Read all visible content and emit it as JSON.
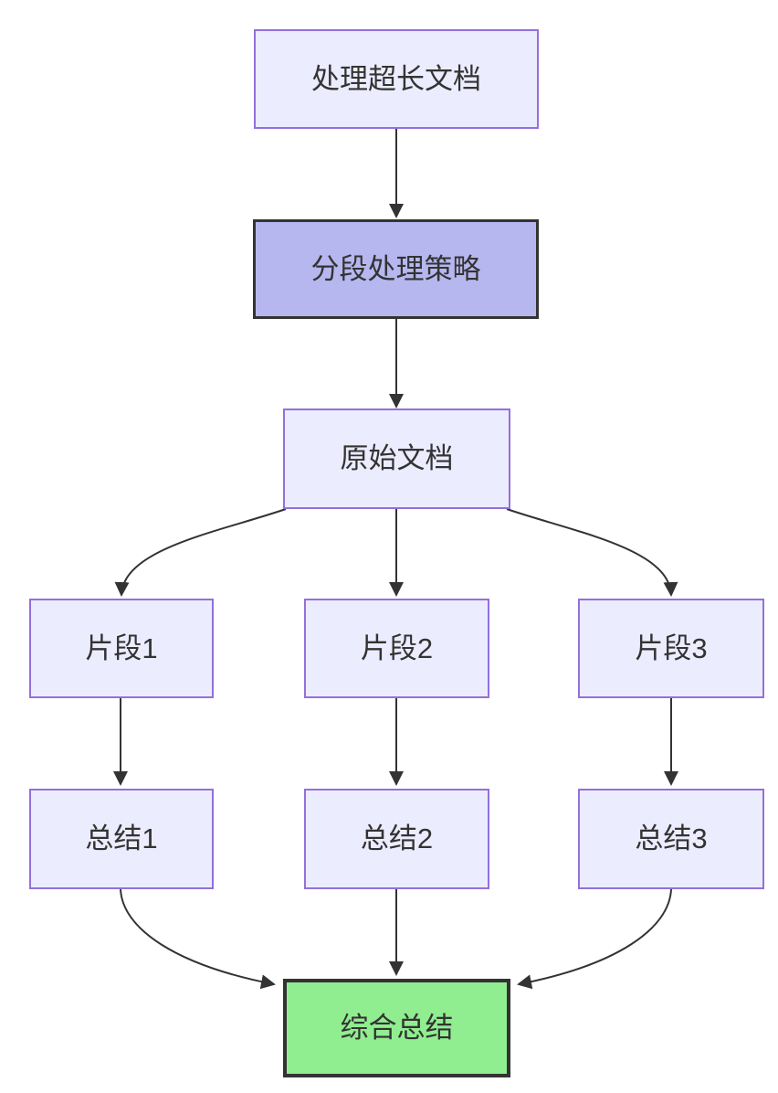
{
  "diagram": {
    "type": "flowchart",
    "direction": "top-down",
    "nodes": {
      "process": {
        "label": "处理超长文档",
        "style": "default"
      },
      "strategy": {
        "label": "分段处理策略",
        "style": "highlight"
      },
      "original": {
        "label": "原始文档",
        "style": "default"
      },
      "fragment1": {
        "label": "片段1",
        "style": "default"
      },
      "fragment2": {
        "label": "片段2",
        "style": "default"
      },
      "fragment3": {
        "label": "片段3",
        "style": "default"
      },
      "summary1": {
        "label": "总结1",
        "style": "default"
      },
      "summary2": {
        "label": "总结2",
        "style": "default"
      },
      "summary3": {
        "label": "总结3",
        "style": "default"
      },
      "final": {
        "label": "综合总结",
        "style": "success"
      }
    },
    "edges": [
      {
        "from": "process",
        "to": "strategy"
      },
      {
        "from": "strategy",
        "to": "original"
      },
      {
        "from": "original",
        "to": "fragment1"
      },
      {
        "from": "original",
        "to": "fragment2"
      },
      {
        "from": "original",
        "to": "fragment3"
      },
      {
        "from": "fragment1",
        "to": "summary1"
      },
      {
        "from": "fragment2",
        "to": "summary2"
      },
      {
        "from": "fragment3",
        "to": "summary3"
      },
      {
        "from": "summary1",
        "to": "final"
      },
      {
        "from": "summary2",
        "to": "final"
      },
      {
        "from": "summary3",
        "to": "final"
      }
    ],
    "colors": {
      "node_fill": "#ECECFF",
      "node_border": "#9370DB",
      "highlight_fill": "#B7B7F0",
      "success_fill": "#90EE90",
      "dark_border": "#333333",
      "edge": "#333333",
      "text": "#333333",
      "background": "#FFFFFF"
    }
  }
}
